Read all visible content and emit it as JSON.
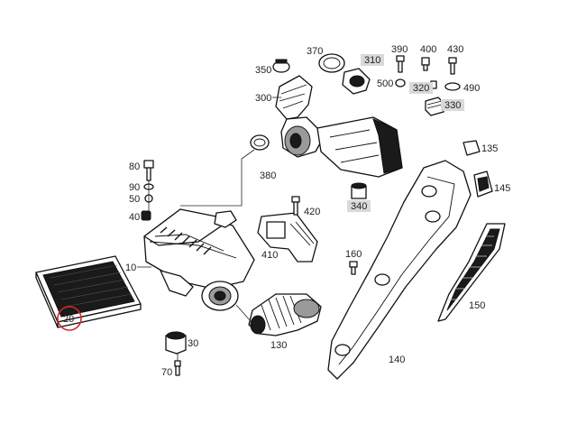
{
  "diagram": {
    "labels": {
      "l10": "10",
      "l20": "20",
      "l30": "30",
      "l40": "40",
      "l50": "50",
      "l70": "70",
      "l80": "80",
      "l90": "90",
      "l130": "130",
      "l135": "135",
      "l140": "140",
      "l145": "145",
      "l150": "150",
      "l160": "160",
      "l300": "300",
      "l310": "310",
      "l320": "320",
      "l330": "330",
      "l340": "340",
      "l350": "350",
      "l370": "370",
      "l380": "380",
      "l390": "390",
      "l400": "400",
      "l410": "410",
      "l420": "420",
      "l430": "430",
      "l490": "490",
      "l500": "500"
    },
    "highlight_color": "#d62828",
    "boxed_fill": "#d9d9d9"
  }
}
